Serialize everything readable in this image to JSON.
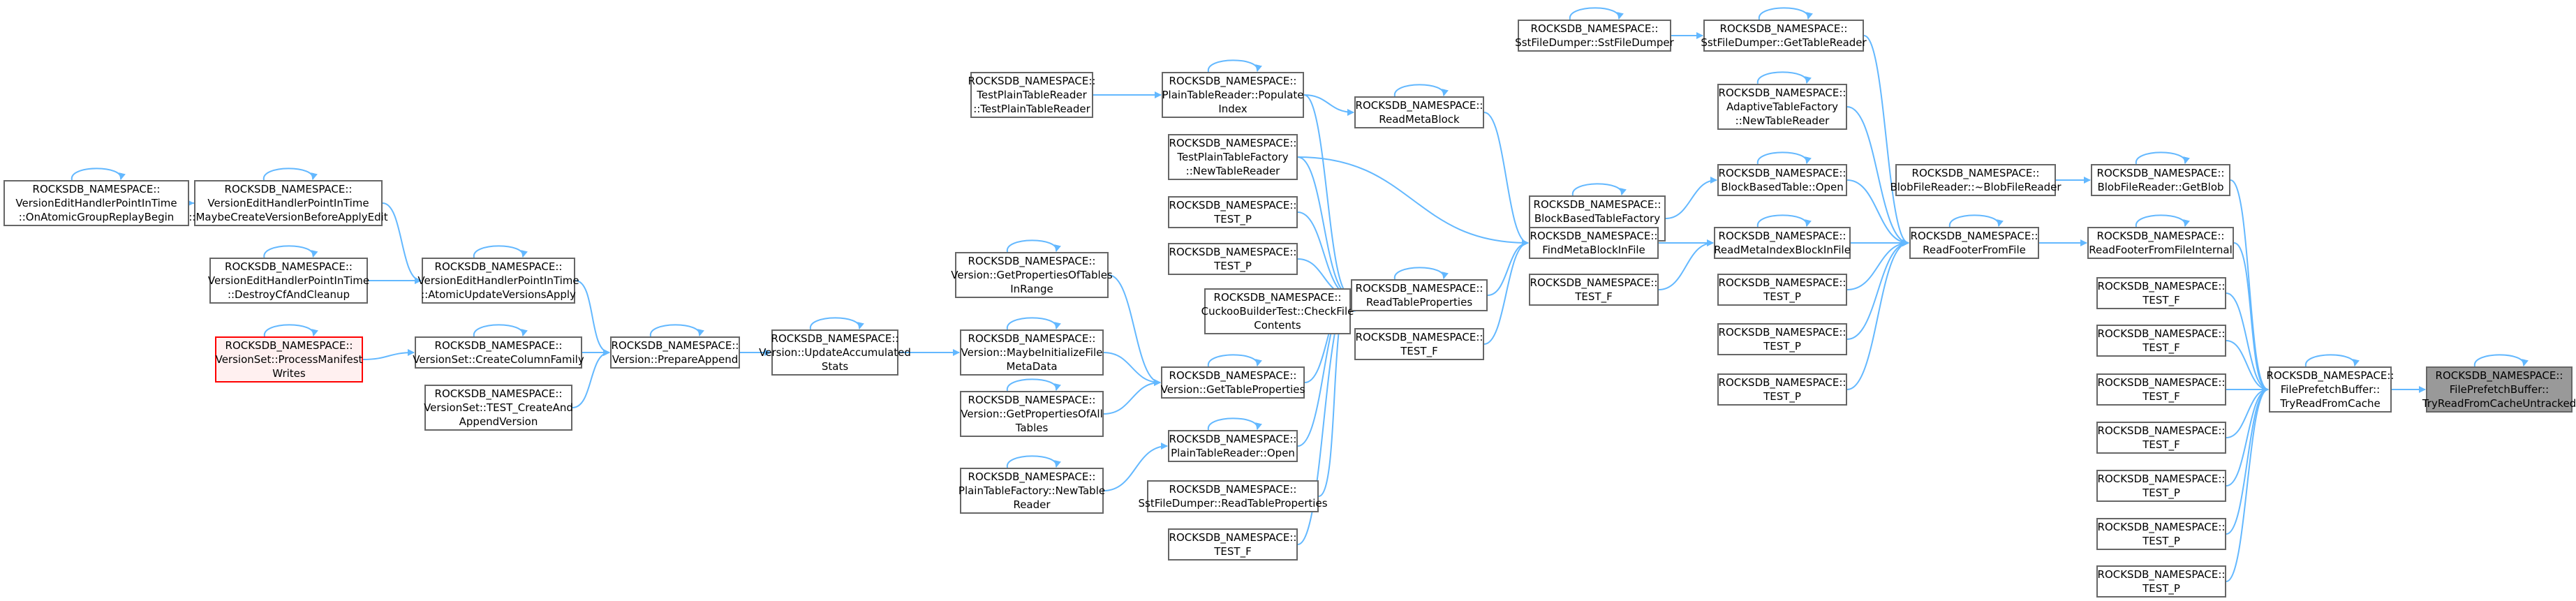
{
  "colors": {
    "edge": "#63b8ff",
    "node_border": "#666666",
    "root_fill": "#999999",
    "highlight_border": "#ff0000",
    "highlight_fill": "#fff0f0"
  },
  "nodes": {
    "onatomic": "ROCKSDB_NAMESPACE::\nVersionEditHandlerPointInTime\n::OnAtomicGroupReplayBegin",
    "maybecreate": "ROCKSDB_NAMESPACE::\nVersionEditHandlerPointInTime\n::MaybeCreateVersionBeforeApplyEdit",
    "destroycf": "ROCKSDB_NAMESPACE::\nVersionEditHandlerPointInTime\n::DestroyCfAndCleanup",
    "atomicupdate": "ROCKSDB_NAMESPACE::\nVersionEditHandlerPointInTime\n::AtomicUpdateVersionsApply",
    "processmanifest": "ROCKSDB_NAMESPACE::\nVersionSet::ProcessManifest\nWrites",
    "createcf": "ROCKSDB_NAMESPACE::\nVersionSet::CreateColumnFamily",
    "testcreate": "ROCKSDB_NAMESPACE::\nVersionSet::TEST_CreateAnd\nAppendVersion",
    "prepareappend": "ROCKSDB_NAMESPACE::\nVersion::PrepareAppend",
    "updateaccum": "ROCKSDB_NAMESPACE::\nVersion::UpdateAccumulated\nStats",
    "propsrange": "ROCKSDB_NAMESPACE::\nVersion::GetPropertiesOfTables\nInRange",
    "maybeinit": "ROCKSDB_NAMESPACE::\nVersion::MaybeInitializeFile\nMetaData",
    "propsall": "ROCKSDB_NAMESPACE::\nVersion::GetPropertiesOfAll\nTables",
    "plainfactory": "ROCKSDB_NAMESPACE::\nPlainTableFactory::NewTable\nReader",
    "testplainreader": "ROCKSDB_NAMESPACE::\nTestPlainTableReader\n::TestPlainTableReader",
    "populateindex": "ROCKSDB_NAMESPACE::\nPlainTableReader::Populate\nIndex",
    "testplainfactory": "ROCKSDB_NAMESPACE::\nTestPlainTableFactory\n::NewTableReader",
    "testp1": "ROCKSDB_NAMESPACE::\nTEST_P",
    "testp2": "ROCKSDB_NAMESPACE::\nTEST_P",
    "cuckoo": "ROCKSDB_NAMESPACE::\nCuckooBuilderTest::CheckFile\nContents",
    "gettableprops": "ROCKSDB_NAMESPACE::\nVersion::GetTableProperties",
    "plainopen": "ROCKSDB_NAMESPACE::\nPlainTableReader::Open",
    "sstreadprops": "ROCKSDB_NAMESPACE::\nSstFileDumper::ReadTableProperties",
    "testf1": "ROCKSDB_NAMESPACE::\nTEST_F",
    "readmetablock": "ROCKSDB_NAMESPACE::\nReadMetaBlock",
    "readtableprops": "ROCKSDB_NAMESPACE::\nReadTableProperties",
    "testf2": "ROCKSDB_NAMESPACE::\nTEST_F",
    "sstdumper": "ROCKSDB_NAMESPACE::\nSstFileDumper::SstFileDumper",
    "bbtfactory": "ROCKSDB_NAMESPACE::\nBlockBasedTableFactory\n::NewTableReader",
    "findmeta": "ROCKSDB_NAMESPACE::\nFindMetaBlockInFile",
    "testf3": "ROCKSDB_NAMESPACE::\nTEST_F",
    "gettablereader": "ROCKSDB_NAMESPACE::\nSstFileDumper::GetTableReader",
    "adaptive": "ROCKSDB_NAMESPACE::\nAdaptiveTableFactory\n::NewTableReader",
    "bbtopen": "ROCKSDB_NAMESPACE::\nBlockBasedTable::Open",
    "readmetaindex": "ROCKSDB_NAMESPACE::\nReadMetaIndexBlockInFile",
    "testp3": "ROCKSDB_NAMESPACE::\nTEST_P",
    "testp4": "ROCKSDB_NAMESPACE::\nTEST_P",
    "testp5": "ROCKSDB_NAMESPACE::\nTEST_P",
    "blobdtor": "ROCKSDB_NAMESPACE::\nBlobFileReader::~BlobFileReader",
    "readfooter": "ROCKSDB_NAMESPACE::\nReadFooterFromFile",
    "getblob": "ROCKSDB_NAMESPACE::\nBlobFileReader::GetBlob",
    "readfooterint": "ROCKSDB_NAMESPACE::\nReadFooterFromFileInternal",
    "testf4": "ROCKSDB_NAMESPACE::\nTEST_F",
    "testf5": "ROCKSDB_NAMESPACE::\nTEST_F",
    "testf6": "ROCKSDB_NAMESPACE::\nTEST_F",
    "testf7": "ROCKSDB_NAMESPACE::\nTEST_F",
    "testp6": "ROCKSDB_NAMESPACE::\nTEST_P",
    "testp7": "ROCKSDB_NAMESPACE::\nTEST_P",
    "testp8": "ROCKSDB_NAMESPACE::\nTEST_P",
    "tryreadcache": "ROCKSDB_NAMESPACE::\nFilePrefetchBuffer::\nTryReadFromCache",
    "root": "ROCKSDB_NAMESPACE::\nFilePrefetchBuffer::\nTryReadFromCacheUntracked"
  }
}
